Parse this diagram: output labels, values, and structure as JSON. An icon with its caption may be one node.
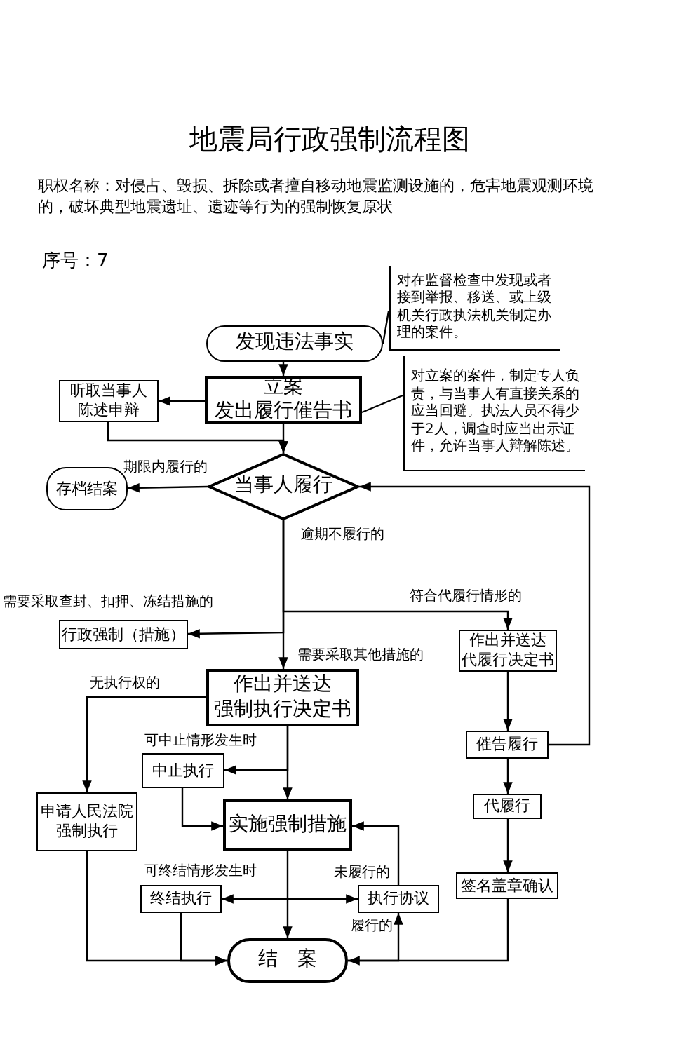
{
  "diagram": {
    "title": "地震局行政强制流程图",
    "nodes": [
      {
        "text": [
          "发现违法事实"
        ]
      },
      {
        "text": [
          "对在监督检查中发现或者接到举报、移送、或上级机关行政执法机关制定办理的案件。"
        ]
      },
      {
        "text": [
          "对立案的案件，制定专人负责，与当事人有直接关系的应当回避。执法人员不得少于2人，调查时应当出示证件，允许当事人辩解陈述。"
        ]
      },
      {
        "text": [
          "立案",
          "发出履行催告书"
        ]
      },
      {
        "text": [
          "听取当事人",
          "陈述申辩"
        ]
      },
      {
        "text": [
          "当事人履行"
        ]
      },
      {
        "text": [
          "存档结案"
        ]
      },
      {
        "text": [
          "行政强制（措施）"
        ]
      },
      {
        "text": [
          "作出并送达",
          "代履行决定书"
        ]
      },
      {
        "text": [
          "作出并送达",
          "强制执行决定书"
        ]
      },
      {
        "text": [
          "中止执行"
        ]
      },
      {
        "text": [
          "申请人民法院",
          "强制执行"
        ]
      },
      {
        "text": [
          "实施强制措施"
        ]
      },
      {
        "text": [
          "催告履行"
        ]
      },
      {
        "text": [
          "代履行"
        ]
      },
      {
        "text": [
          "终结执行"
        ]
      },
      {
        "text": [
          "执行协议"
        ]
      },
      {
        "text": [
          "签名盖章确认"
        ]
      },
      {
        "text": [
          "结　案"
        ]
      }
    ],
    "edges": [
      {
        "from": 1,
        "to": 0,
        "arrow": "none"
      },
      {
        "from": 2,
        "to": 3,
        "arrow": "none"
      },
      {
        "from": 0,
        "to": 3,
        "arrow": "to"
      },
      {
        "from": 3,
        "to": 4,
        "arrow": "to"
      },
      {
        "from": 3,
        "to": 5,
        "arrow": "to"
      },
      {
        "from": 4,
        "to": 5,
        "arrow": "to"
      },
      {
        "from": 5,
        "to": 6,
        "arrow": "to",
        "label": "期限内履行的"
      },
      {
        "from": 5,
        "to": 7,
        "arrow": "to",
        "label": "需要采取查封、扣押、冻结措施的"
      },
      {
        "from": 5,
        "to": 9,
        "arrow": "to",
        "label": "需要采取其他措施的"
      },
      {
        "from": 5,
        "to": 8,
        "arrow": "to",
        "label": "符合代履行情形的"
      },
      {
        "from": 8,
        "to": 13,
        "arrow": "to"
      },
      {
        "from": 13,
        "to": 5,
        "arrow": "to"
      },
      {
        "from": 13,
        "to": 14,
        "arrow": "to"
      },
      {
        "from": 14,
        "to": 17,
        "arrow": "to"
      },
      {
        "from": 17,
        "to": 18,
        "arrow": "to"
      },
      {
        "from": 9,
        "to": 11,
        "arrow": "to",
        "label": "无执行权的"
      },
      {
        "from": 9,
        "to": 10,
        "arrow": "to",
        "label": "可中止情形发生时"
      },
      {
        "from": 9,
        "to": 12,
        "arrow": "to"
      },
      {
        "from": 10,
        "to": 12,
        "arrow": "to"
      },
      {
        "from": 16,
        "to": 12,
        "arrow": "to",
        "label": "未履行的"
      },
      {
        "from": 12,
        "to": 18,
        "arrow": "to"
      },
      {
        "from": 16,
        "to": 15,
        "arrow": "both",
        "label": "可终结情形发生时"
      },
      {
        "from": 18,
        "to": 16,
        "arrow": "to",
        "label": "履行的"
      },
      {
        "from": 11,
        "to": 18,
        "arrow": "to"
      },
      {
        "from": 15,
        "to": 18,
        "arrow": "to"
      }
    ],
    "labels": [
      "职权名称：对侵占、毁损、拆除或者擅自移动地震监测设施的，危害地震观测环境的，破坏典型地震遗址、遗迹等行为的强制恢复原状",
      "序号：7",
      "逾期不履行的"
    ]
  }
}
